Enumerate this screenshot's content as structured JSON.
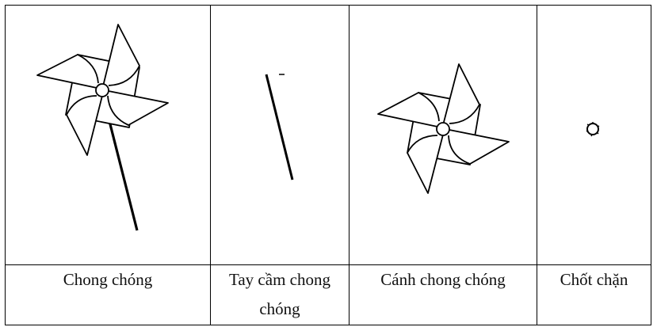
{
  "table": {
    "columns": [
      {
        "id": "pinwheel",
        "label": "Chong chóng",
        "icon": "pinwheel-icon"
      },
      {
        "id": "handle",
        "label": "Tay cầm chong chóng",
        "icon": "pinwheel-handle-icon"
      },
      {
        "id": "blades",
        "label": "Cánh chong chóng",
        "icon": "pinwheel-blades-icon"
      },
      {
        "id": "stopper",
        "label": "Chốt chặn",
        "icon": "stopper-pin-icon"
      }
    ]
  }
}
